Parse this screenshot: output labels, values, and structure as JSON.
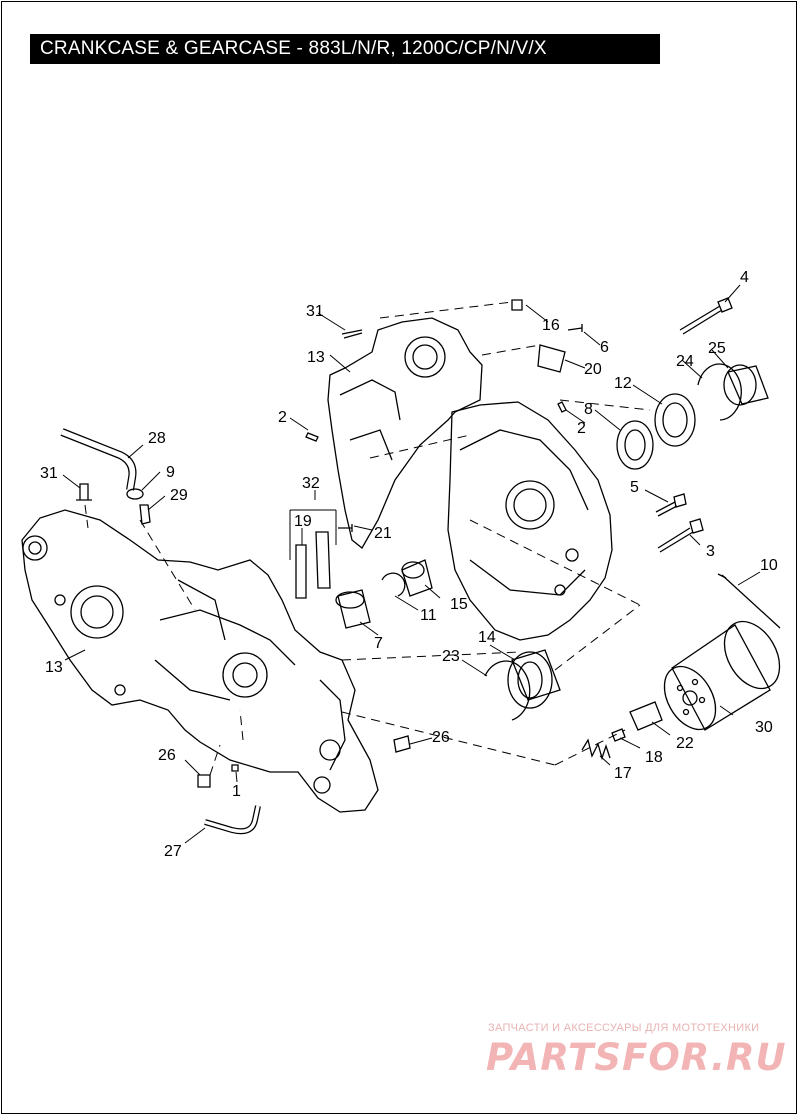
{
  "title": "CRANKCASE & GEARCASE - 883L/N/R, 1200C/CP/N/V/X",
  "callouts": {
    "c1": "1",
    "c2a": "2",
    "c2b": "2",
    "c3": "3",
    "c4": "4",
    "c5": "5",
    "c6": "6",
    "c7": "7",
    "c8": "8",
    "c9": "9",
    "c10": "10",
    "c11": "11",
    "c12": "12",
    "c13a": "13",
    "c13b": "13",
    "c14": "14",
    "c15": "15",
    "c16": "16",
    "c17": "17",
    "c18": "18",
    "c19": "19",
    "c20": "20",
    "c21": "21",
    "c22": "22",
    "c23": "23",
    "c24": "24",
    "c25": "25",
    "c26a": "26",
    "c26b": "26",
    "c27": "27",
    "c28": "28",
    "c29": "29",
    "c30": "30",
    "c31a": "31",
    "c31b": "31",
    "c32": "32"
  },
  "watermark": {
    "line1": "ЗАПЧАСТИ И АКСЕССУАРЫ ДЛЯ МОТОТЕХНИКИ",
    "line2": "PARTSFOR.RU"
  }
}
